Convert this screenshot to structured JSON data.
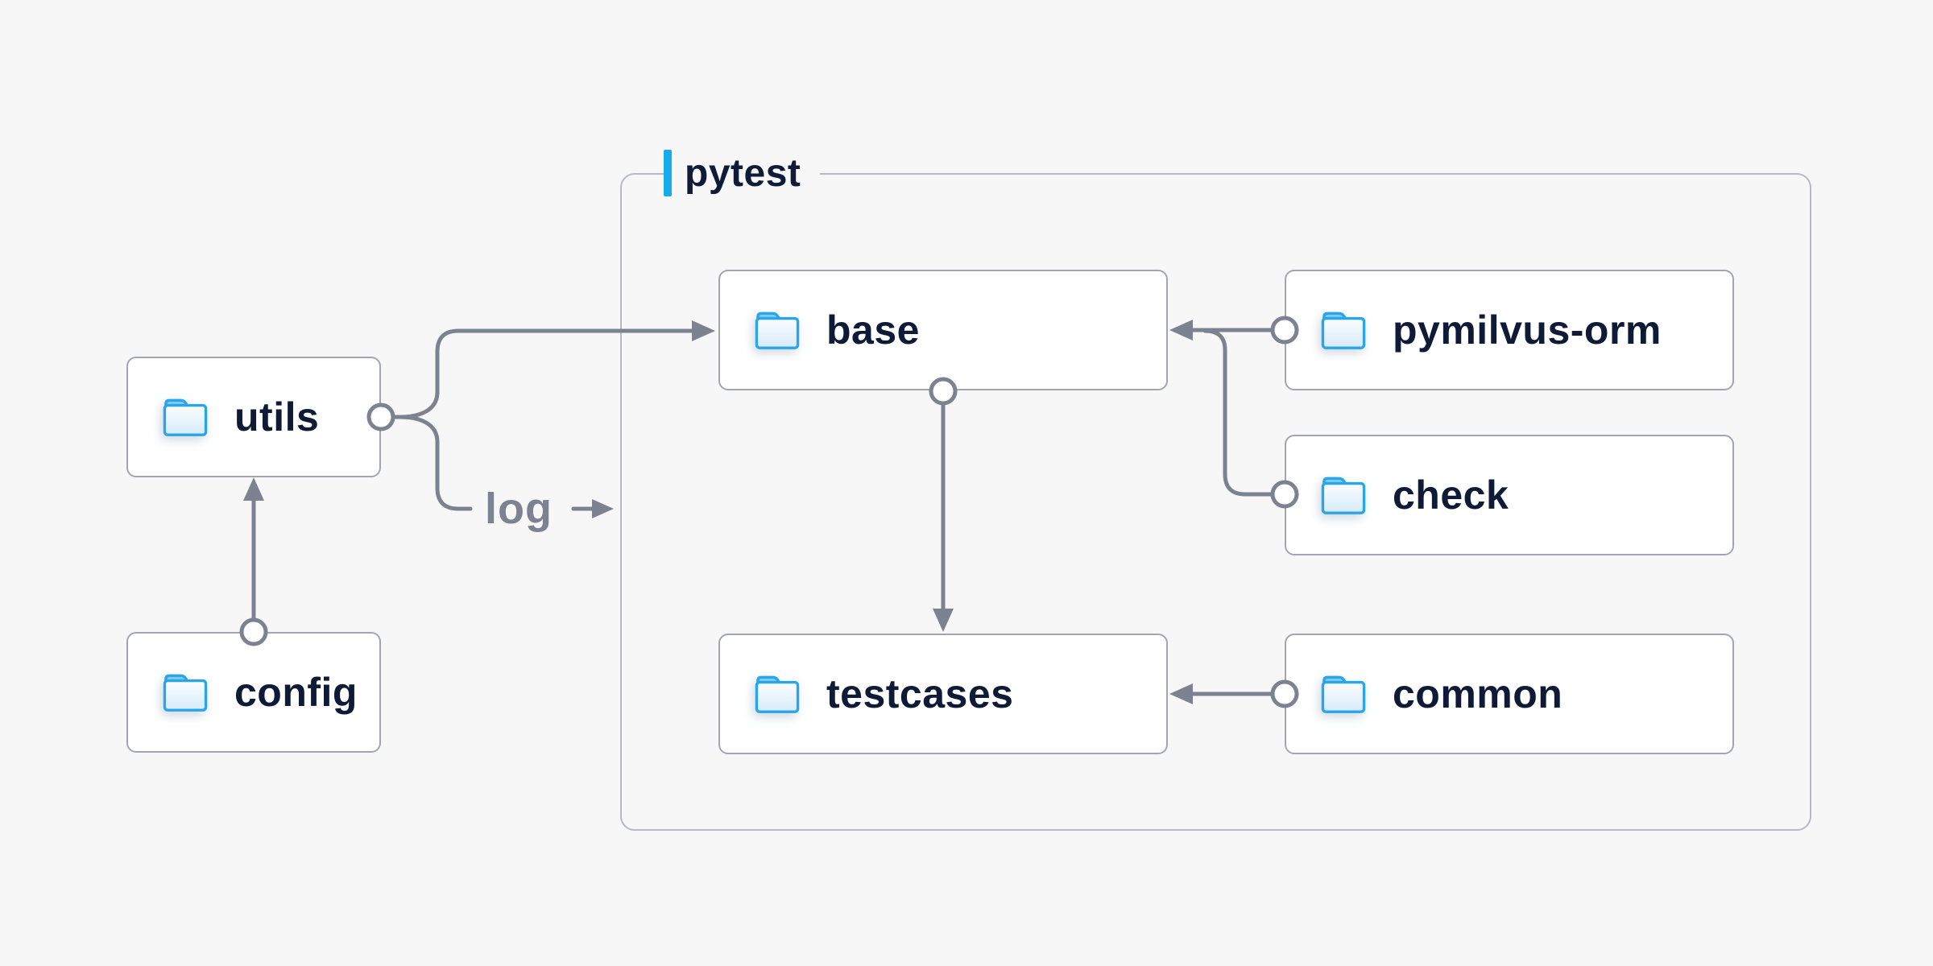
{
  "diagram": {
    "title_group": {
      "label": "pytest"
    },
    "nodes": [
      {
        "id": "utils",
        "label": "utils"
      },
      {
        "id": "config",
        "label": "config"
      },
      {
        "id": "base",
        "label": "base"
      },
      {
        "id": "pymilvus-orm",
        "label": "pymilvus-orm"
      },
      {
        "id": "check",
        "label": "check"
      },
      {
        "id": "testcases",
        "label": "testcases"
      },
      {
        "id": "common",
        "label": "common"
      }
    ],
    "log_label": "log",
    "edges": [
      {
        "from": "config",
        "to": "utils",
        "style": "arrow"
      },
      {
        "from": "utils",
        "to": "base",
        "style": "arrow"
      },
      {
        "from": "utils",
        "to": "pytest",
        "style": "labeled-arrow",
        "label": "log"
      },
      {
        "from": "pymilvus-orm",
        "to": "base",
        "style": "arrow"
      },
      {
        "from": "check",
        "to": "base",
        "style": "arrow"
      },
      {
        "from": "base",
        "to": "testcases",
        "style": "arrow"
      },
      {
        "from": "common",
        "to": "testcases",
        "style": "arrow"
      }
    ],
    "colors": {
      "accent": "#18abec",
      "folder_blue": "#29a5e8",
      "text_navy": "#0f1a36",
      "edge_gray": "#7d8290",
      "box_border": "#a2a5b0",
      "group_border": "#b7b9c4",
      "background": "#f7f7f8",
      "box_background": "#ffffff"
    }
  }
}
